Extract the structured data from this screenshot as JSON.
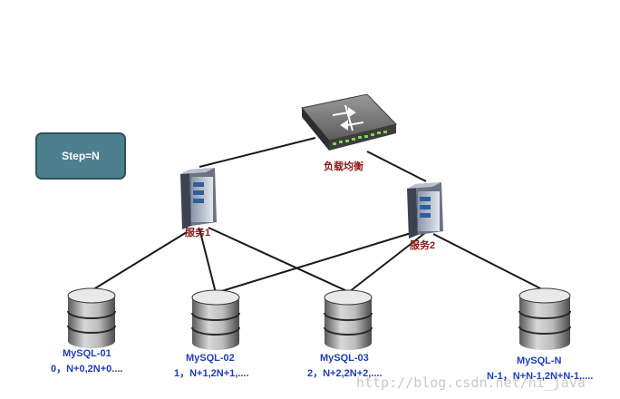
{
  "step_label": "Step=N",
  "load_balancer": {
    "label": "负载均衡",
    "icon": "network-switch-icon"
  },
  "servers": [
    {
      "label": "服务1",
      "icon": "server-icon"
    },
    {
      "label": "服务2",
      "icon": "server-icon"
    }
  ],
  "databases": [
    {
      "name": "MySQL-01",
      "sequence": "0，N+0,2N+0....",
      "icon": "database-icon"
    },
    {
      "name": "MySQL-02",
      "sequence": "1，N+1,2N+1,....",
      "icon": "database-icon"
    },
    {
      "name": "MySQL-03",
      "sequence": "2，N+2,2N+2,....",
      "icon": "database-icon"
    },
    {
      "name": "MySQL-N",
      "sequence": "N-1，N+N-1,2N+N-1,....",
      "icon": "database-icon"
    }
  ],
  "watermark": "http://blog.csdn.net/hi_java",
  "colors": {
    "step_box": "#4d7f8e",
    "label_text": "#8b1a1a",
    "db_text": "#1f3fb8",
    "connector": "#1a1a1a"
  }
}
